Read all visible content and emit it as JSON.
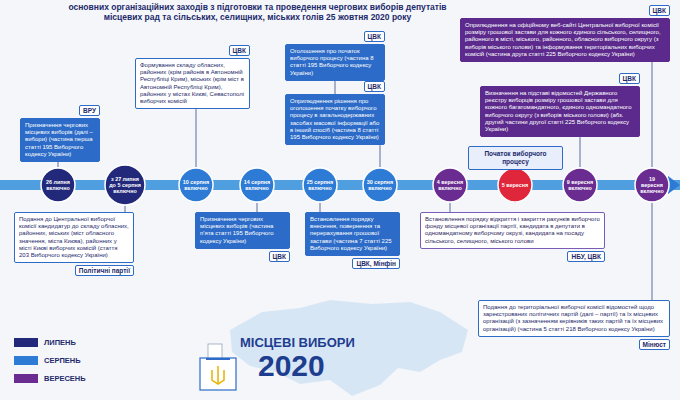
{
  "diagram": {
    "title": "основних організаційних заходів з підготовки та проведення чергових виборів депутатів місцевих рад та сільських, селищних, міських голів 25 жовтня 2020 року",
    "nodes": [
      {
        "text": [
          "26 липня включно"
        ]
      },
      {
        "text": [
          "з 27 липня до 5 серпня включно"
        ]
      },
      {
        "text": [
          "10 серпня включно"
        ]
      },
      {
        "text": [
          "14 серпня включно"
        ]
      },
      {
        "text": [
          "25 серпня включно"
        ]
      },
      {
        "text": [
          "30 серпня включно"
        ]
      },
      {
        "text": [
          "4 вересня включно"
        ]
      },
      {
        "text": [
          "5 вересня"
        ]
      },
      {
        "text": [
          "9 вересня включно"
        ]
      },
      {
        "text": [
          "19 вересня включно"
        ]
      },
      {
        "text": [
          "Призначення чергових місцевих виборів (далі – вибори) (частина перша статті 195 Виборчого кодексу України)"
        ]
      },
      {
        "text": [
          "ВРУ"
        ]
      },
      {
        "text": [
          "Формування складу обласних, районних (крім районів в Автономній Республіці Крим), міських (крім міст в Автономній Республіці Крим), районних у містах Києві, Севастополі виборчих комісій"
        ]
      },
      {
        "text": [
          "ЦВК"
        ]
      },
      {
        "text": [
          "Оголошення про початок виборчого процесу (частина 8 статті 195 Виборчого кодексу України)"
        ]
      },
      {
        "text": [
          "ЦВК"
        ]
      },
      {
        "text": [
          "Оприлюднення рішення про оголошення початку виборчого процесу в загальнодержавних засобах масової інформації або в інший спосіб (частина 8 статті 195 Виборчого кодексу України)"
        ]
      },
      {
        "text": [
          "ЦВК"
        ]
      },
      {
        "text": [
          "Початок виборчого процесу"
        ]
      },
      {
        "text": [
          "Оприлюднення на офіційному веб-сайті Центральної виборчої комісії розміру грошової застави для кожного єдиного сільського, селищного, районного в місті, міського, районного, обласного виборчого округу (з виборів міського голови) та інформування територіальних виборчих комісій (частина друга статті 225 Виборчого кодексу України)"
        ]
      },
      {
        "text": [
          "ЦВК"
        ]
      },
      {
        "text": [
          "Визначення на підставі відомостей Державного реєстру виборців розміру грошової застави для кожного багатомандатного, єдиного одномандатного виборчого округу (з виборів міського голови) (абз. другий частини другої статті 225 Виборчого кодексу України)"
        ]
      },
      {
        "text": [
          "ЦВК"
        ]
      },
      {
        "text": [
          "Подання до Центральної виборчої комісії кандидатур до складу обласних, районних, міських (міст обласного значення, міста Києва), районних у місті Києві виборчих комісій (стаття 203 Виборчого кодексу України)"
        ]
      },
      {
        "text": [
          "Політичні партії"
        ]
      },
      {
        "text": [
          "Призначення чергових місцевих виборів (частина п'ята статті 195 Виборчого кодексу України)"
        ]
      },
      {
        "text": [
          "ЦВК"
        ]
      },
      {
        "text": [
          "Встановлення порядку внесення, повернення та перерахування грошової застави (частина 7 статті 225 Виборчого кодексу України)"
        ]
      },
      {
        "text": [
          "ЦВК, Мінфін"
        ]
      },
      {
        "text": [
          "Встановлення порядку відкриття і закриття рахунків виборчого фонду місцевої організації партії, кандидата в депутати в одномандатному виборчому окрузі, кандидата на посаду сільського, селищного, міського голови"
        ]
      },
      {
        "text": [
          "НБУ, ЦВК"
        ]
      },
      {
        "text": [
          "Подання до територіальної виборчої комісії відомостей щодо зареєстрованих політичних партій (далі – партії) та їх місцевих організацій (з зазначенням керівників таких партій та їх місцевих організацій) (частина 5 статті 218 Виборчого кодексу України)"
        ]
      },
      {
        "text": [
          "Мінюст"
        ]
      }
    ],
    "edges": [
      {
        "from": 0,
        "to": 10,
        "arrow": "none"
      },
      {
        "from": 1,
        "to": 23,
        "arrow": "none"
      },
      {
        "from": 2,
        "to": 12,
        "arrow": "none"
      },
      {
        "from": 3,
        "to": 25,
        "arrow": "none"
      },
      {
        "from": 4,
        "to": 27,
        "arrow": "none"
      },
      {
        "from": 5,
        "to": 16,
        "arrow": "none"
      },
      {
        "from": 14,
        "to": 16,
        "arrow": "none"
      },
      {
        "from": 6,
        "to": 29,
        "arrow": "none"
      },
      {
        "from": 7,
        "to": 18,
        "arrow": "none"
      },
      {
        "from": 8,
        "to": 21,
        "arrow": "none"
      },
      {
        "from": 9,
        "to": 19,
        "arrow": "none"
      },
      {
        "from": 9,
        "to": 31,
        "arrow": "none"
      }
    ],
    "labels": [
      "МІСЦЕВІ ВИБОРИ",
      "2020"
    ],
    "legend": [
      {
        "text": "ЛИПЕНЬ",
        "color": "#23297a"
      },
      {
        "text": "СЕРПЕНЬ",
        "color": "#2e7bd6"
      },
      {
        "text": "ВЕРЕСЕНЬ",
        "color": "#6a2c91"
      }
    ]
  }
}
